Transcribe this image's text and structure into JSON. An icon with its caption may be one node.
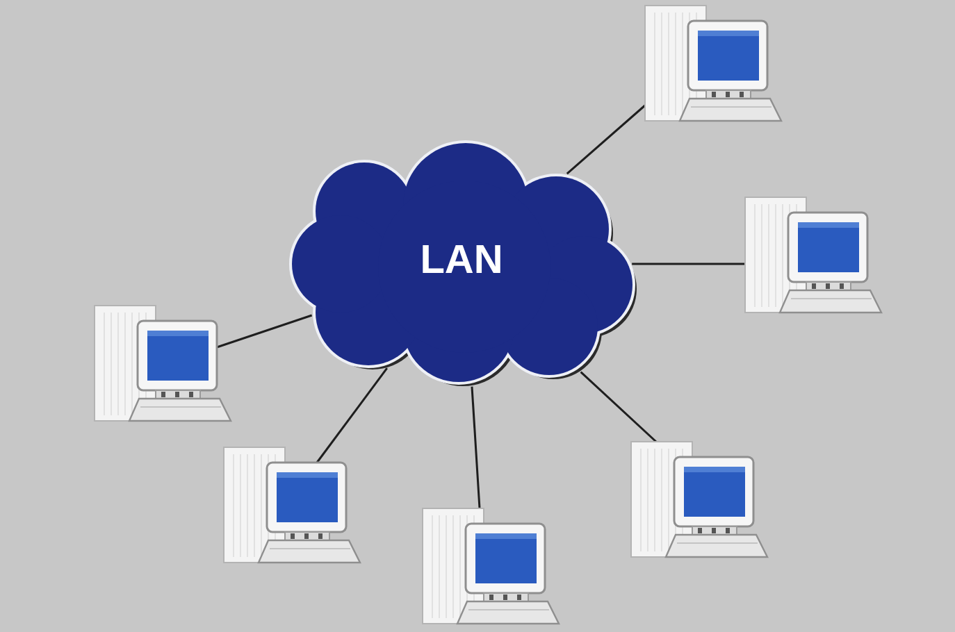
{
  "diagram": {
    "nodes": [
      {
        "text": [
          "LAN"
        ]
      },
      {
        "text": [],
        "shape": "computer"
      },
      {
        "text": [],
        "shape": "computer"
      },
      {
        "text": [],
        "shape": "computer"
      },
      {
        "text": [],
        "shape": "computer"
      },
      {
        "text": [],
        "shape": "computer"
      },
      {
        "text": [],
        "shape": "computer"
      }
    ],
    "edges": [
      {
        "from": 0,
        "to": 1,
        "arrow": "none"
      },
      {
        "from": 0,
        "to": 2,
        "arrow": "none"
      },
      {
        "from": 0,
        "to": 3,
        "arrow": "none"
      },
      {
        "from": 0,
        "to": 4,
        "arrow": "none"
      },
      {
        "from": 0,
        "to": 5,
        "arrow": "none"
      },
      {
        "from": 0,
        "to": 6,
        "arrow": "none"
      }
    ]
  }
}
